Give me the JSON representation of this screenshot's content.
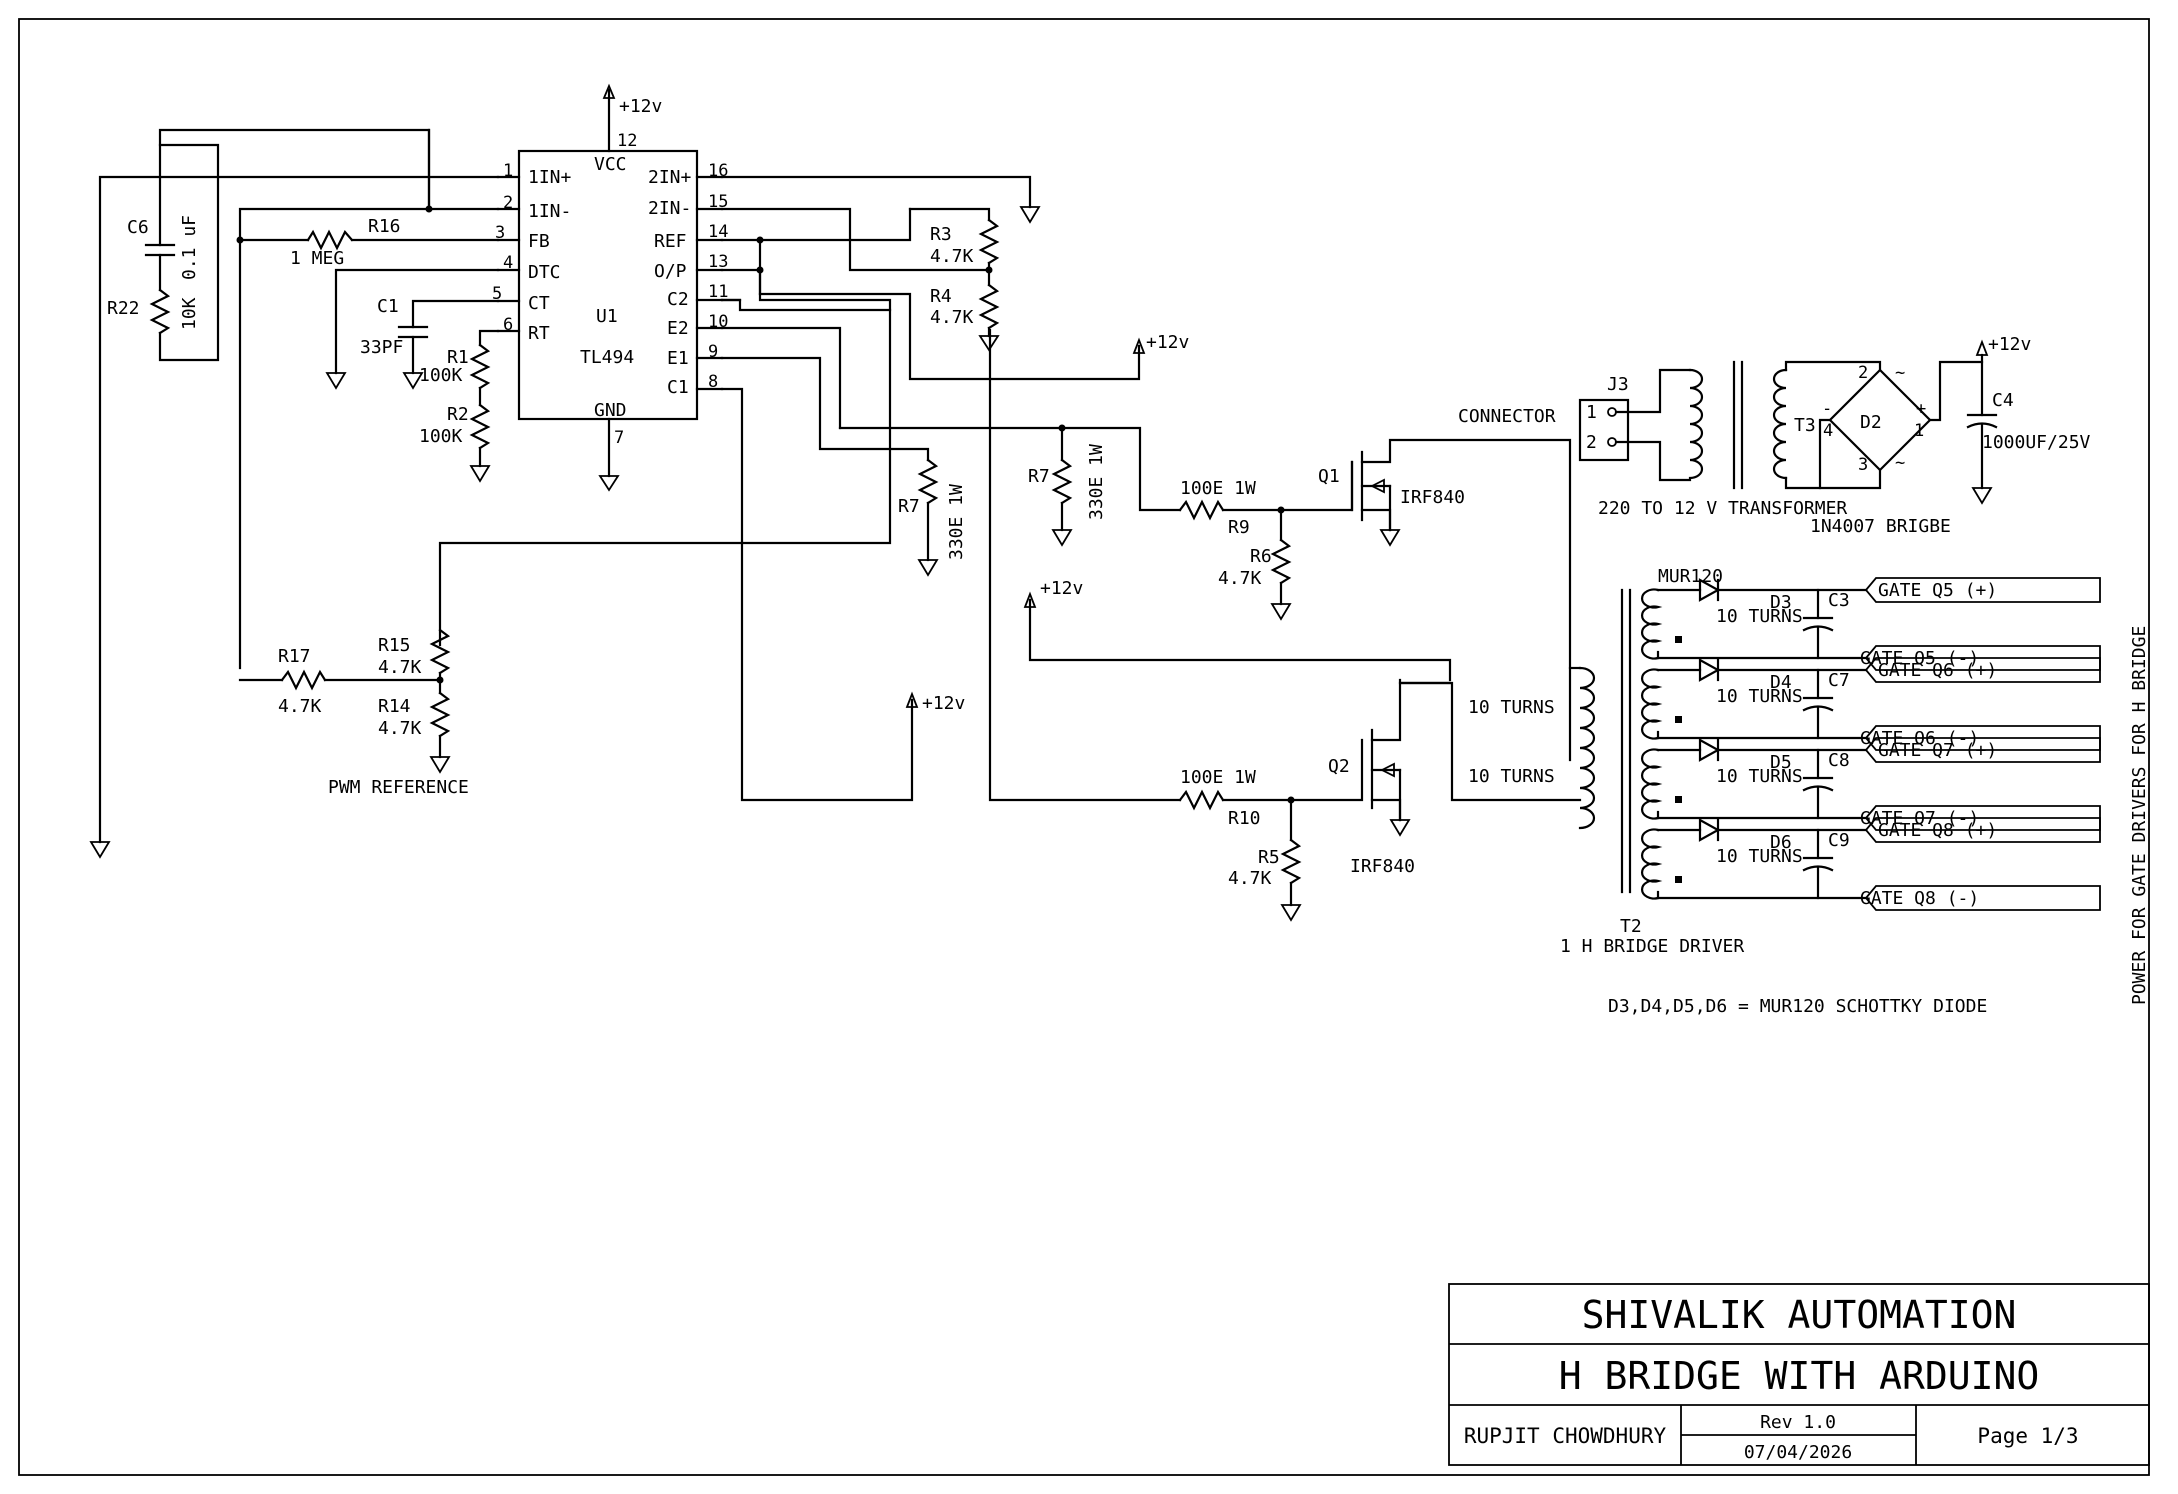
{
  "title_block": {
    "company": "SHIVALIK AUTOMATION",
    "project": "H BRIDGE WITH ARDUINO",
    "author": "RUPJIT CHOWDHURY",
    "revision": "Rev 1.0",
    "date": "07/04/2026",
    "page": "Page 1/3"
  },
  "ic": {
    "ref": "U1",
    "part": "TL494",
    "pin_names_left": [
      "1IN+",
      "1IN-",
      "FB",
      "DTC",
      "CT",
      "RT"
    ],
    "pin_nums_left": [
      "1",
      "2",
      "3",
      "4",
      "5",
      "6"
    ],
    "pin_names_right": [
      "2IN+",
      "2IN-",
      "REF",
      "O/P",
      "C2",
      "E2",
      "E1",
      "C1"
    ],
    "pin_nums_right": [
      "16",
      "15",
      "14",
      "13",
      "11",
      "10",
      "9",
      "8"
    ],
    "vcc_name": "VCC",
    "vcc_pin": "12",
    "gnd_name": "GND",
    "gnd_pin": "7"
  },
  "power": {
    "p12v_a": "+12v",
    "p12v_b": "+12v",
    "p12v_c": "+12v",
    "p12v_d": "+12v",
    "p12v_e": "+12v"
  },
  "components": {
    "C6": "C6",
    "C6_val": "0.1 uF",
    "R22": "R22",
    "R22_val": "10K",
    "R16": "R16",
    "R16_val": "1 MEG",
    "C1": "C1",
    "C1_val": "33PF",
    "R1": "R1",
    "R1_val": "100K",
    "R2": "R2",
    "R2_val": "100K",
    "R3": "R3",
    "R3_val": "4.7K",
    "R4": "R4",
    "R4_val": "4.7K",
    "R7a": "R7",
    "R7a_val": "330E 1W",
    "R7b": "R7",
    "R7b_val": "330E 1W",
    "R9": "R9",
    "R9_val": "100E 1W",
    "R6": "R6",
    "R6_val": "4.7K",
    "R10": "R10",
    "R10_val": "100E 1W",
    "R5": "R5",
    "R5_val": "4.7K",
    "R15": "R15",
    "R15_val": "4.7K",
    "R14": "R14",
    "R14_val": "4.7K",
    "R17": "R17",
    "R17_val": "4.7K",
    "Q1": "Q1",
    "Q1_part": "IRF840",
    "Q2": "Q2",
    "Q2_part": "IRF840",
    "pwm_ref": "PWM REFERENCE",
    "connector": "CONNECTOR",
    "J3": "J3",
    "J3_p1": "1",
    "J3_p2": "2",
    "transformer": "220 TO 12 V TRANSFORMER",
    "T3": "T3",
    "D2": "D2",
    "bridge": "1N4007 BRIGBE",
    "bridge_pins": [
      "2",
      "1",
      "3",
      "4",
      "~",
      "~",
      "+",
      "-"
    ],
    "C4": "C4",
    "C4_val": "1000UF/25V",
    "T2": "T2",
    "t2_name": "1 H BRIDGE DRIVER",
    "prim_turns_a": "10 TURNS",
    "prim_turns_b": "10 TURNS",
    "diode_part": "MUR120",
    "diode_note": "D3,D4,D5,D6 = MUR120 SCHOTTKY DIODE",
    "side_note": "POWER FOR GATE DRIVERS FOR H BRIDGE"
  },
  "gate_channels": [
    {
      "diode": "D3",
      "cap": "C3",
      "turns": "10 TURNS",
      "pos": "GATE Q5 (+)",
      "neg": "GATE Q5 (-)"
    },
    {
      "diode": "D4",
      "cap": "C7",
      "turns": "10 TURNS",
      "pos": "GATE Q6 (+)",
      "neg": "GATE Q6 (-)"
    },
    {
      "diode": "D5",
      "cap": "C8",
      "turns": "10 TURNS",
      "pos": "GATE Q7 (+)",
      "neg": "GATE Q7 (-)"
    },
    {
      "diode": "D6",
      "cap": "C9",
      "turns": "10 TURNS",
      "pos": "GATE Q8 (+)",
      "neg": "GATE Q8 (-)"
    }
  ]
}
